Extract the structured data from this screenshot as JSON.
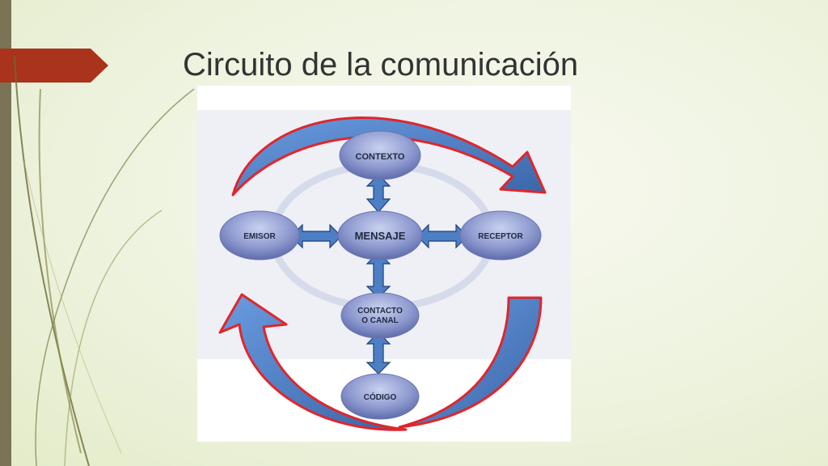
{
  "slide": {
    "title": "Circuito de la comunicación"
  },
  "colors": {
    "accent_tab": "#a9341b",
    "left_bar": "#7b7356",
    "node_fill": "#8f9bd0",
    "arrow_fill": "#4d7fc4",
    "arrow_outline": "#e0262b",
    "ring": "#d5dbea"
  },
  "diagram": {
    "nodes": {
      "contexto": "CONTEXTO",
      "emisor": "EMISOR",
      "mensaje": "MENSAJE",
      "receptor": "RECEPTOR",
      "contacto_line1": "CONTACTO",
      "contacto_line2": "O CANAL",
      "codigo": "CÓDIGO"
    }
  }
}
